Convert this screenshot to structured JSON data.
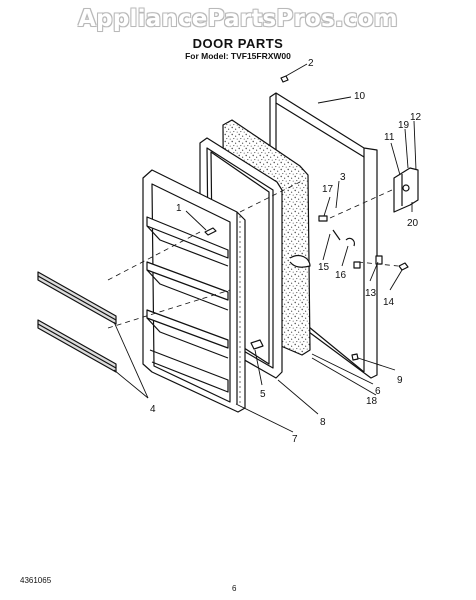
{
  "watermark": "AppliancePartsPros.com",
  "header": {
    "title": "DOOR PARTS",
    "subtitle": "For Model: TVF15FRXW00"
  },
  "callouts": {
    "c1": "1",
    "c2": "2",
    "c3": "3",
    "c4": "4",
    "c5": "5",
    "c6": "6",
    "c7": "7",
    "c8": "8",
    "c9": "9",
    "c10": "10",
    "c11": "11",
    "c12": "12",
    "c13": "13",
    "c14": "14",
    "c15": "15",
    "c16": "16",
    "c17": "17",
    "c18": "18",
    "c19": "19",
    "c20": "20"
  },
  "footer": {
    "doc_number": "4361065",
    "page_mark": "6"
  }
}
